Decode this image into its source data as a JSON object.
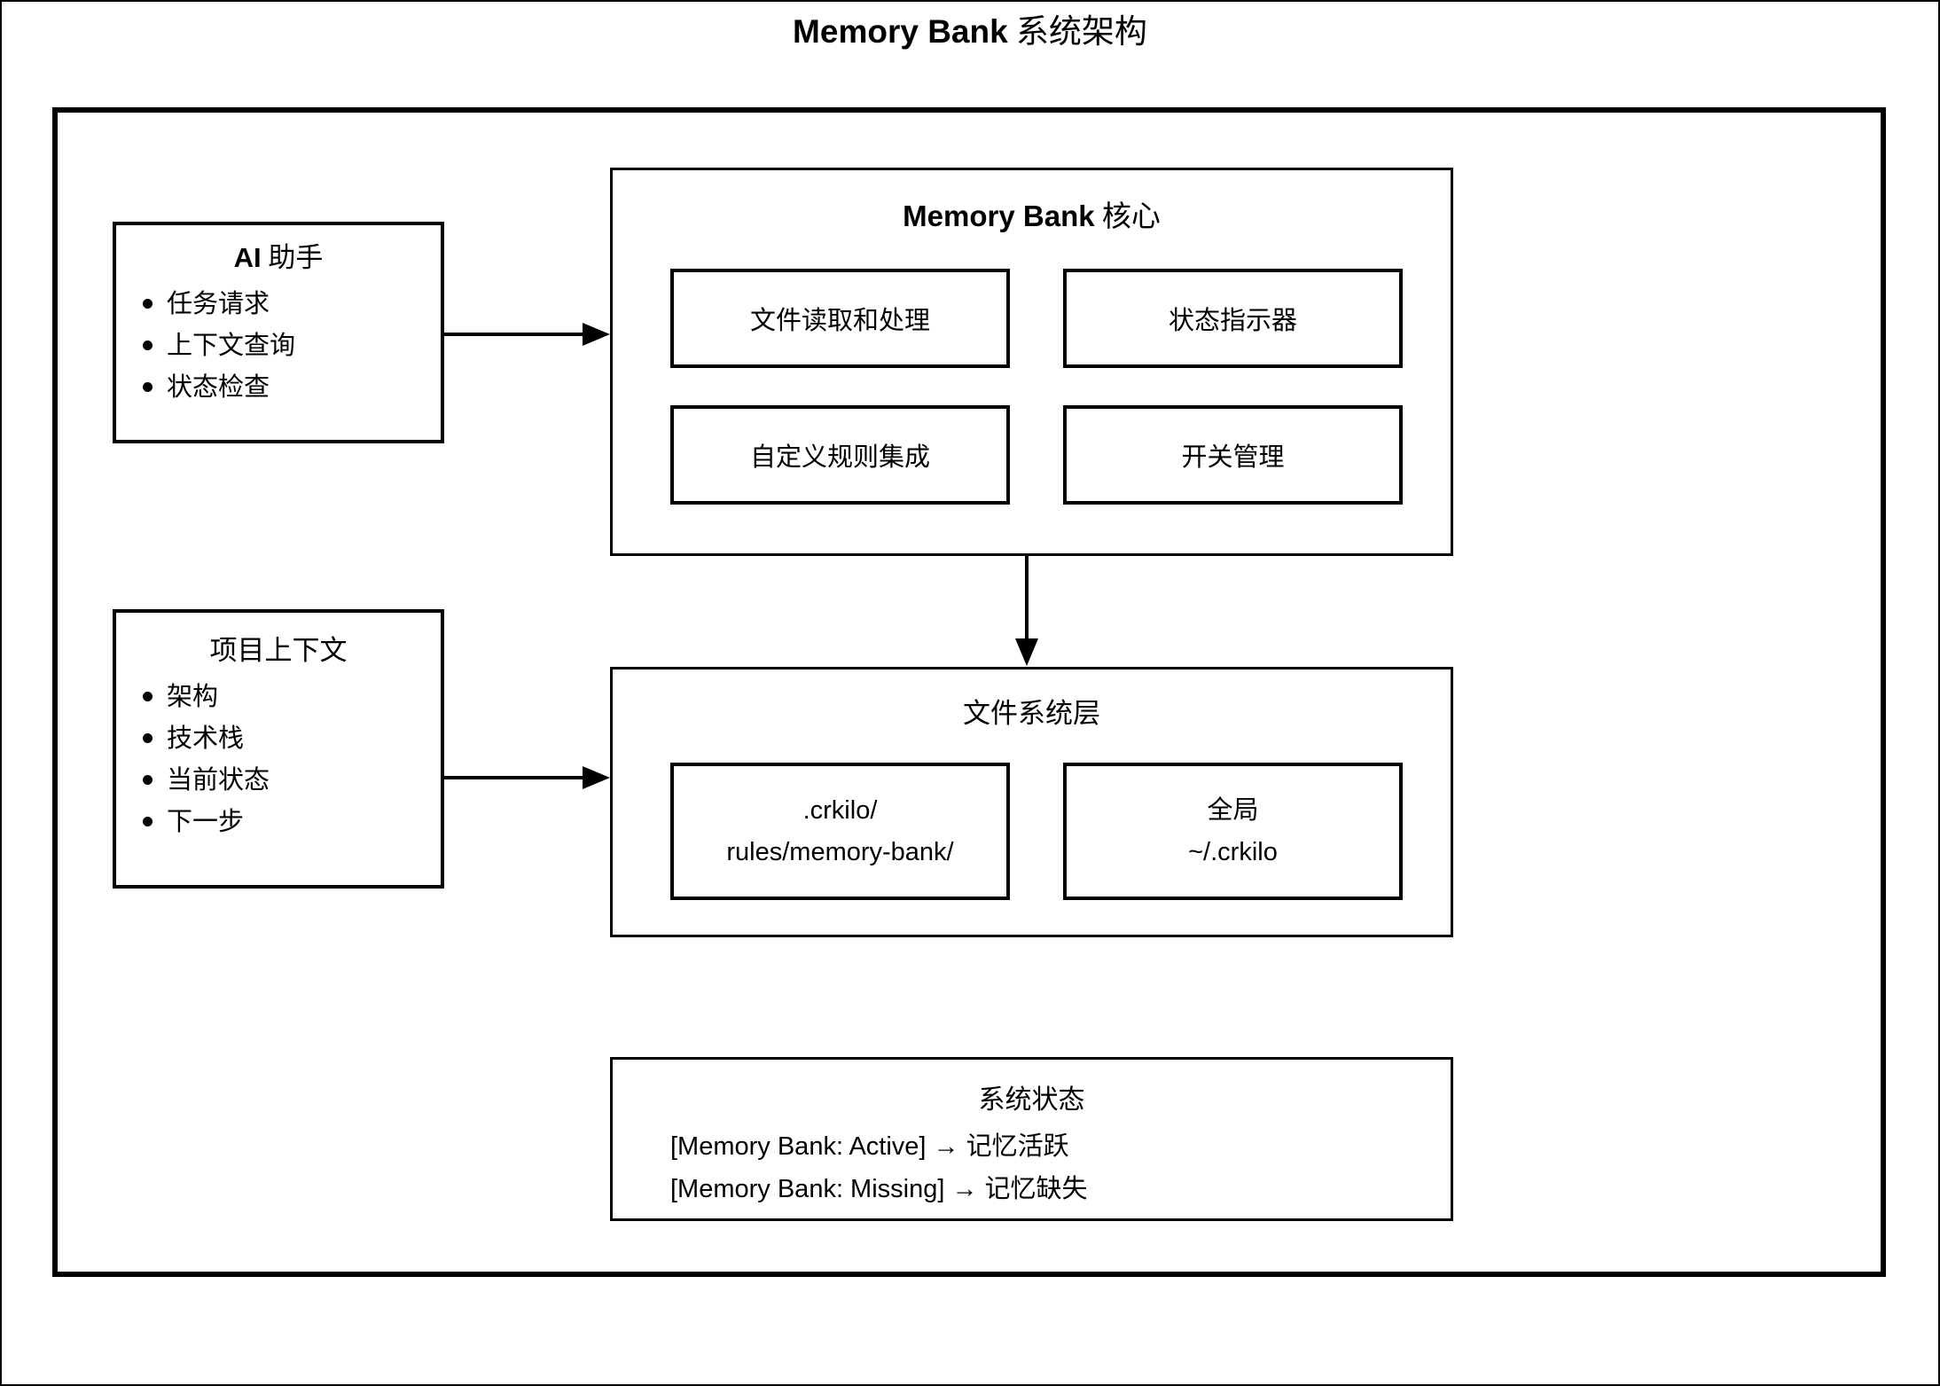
{
  "colors": {
    "ink": "#000000",
    "background": "#ffffff"
  },
  "title": {
    "latin": "Memory Bank",
    "cjk": " 系统架构"
  },
  "ai_assistant": {
    "title_latin": "AI",
    "title_cjk": " 助手",
    "bullets": [
      "任务请求",
      "上下文查询",
      "状态检查"
    ]
  },
  "project_context": {
    "title": "项目上下文",
    "bullets": [
      "架构",
      "技术栈",
      "当前状态",
      "下一步"
    ]
  },
  "core": {
    "title_latin": "Memory Bank",
    "title_cjk": " 核心",
    "modules": [
      "文件读取和处理",
      "状态指示器",
      "自定义规则集成",
      "开关管理"
    ]
  },
  "filesystem": {
    "title": "文件系统层",
    "nodes": [
      {
        "line1": ".crkilo/",
        "line2": "rules/memory-bank/"
      },
      {
        "line1": "全局",
        "line2": "~/.crkilo"
      }
    ]
  },
  "status": {
    "title": "系统状态",
    "lines": [
      "[Memory Bank: Active] → 记忆活跃",
      "[Memory Bank: Missing] → 记忆缺失"
    ]
  }
}
